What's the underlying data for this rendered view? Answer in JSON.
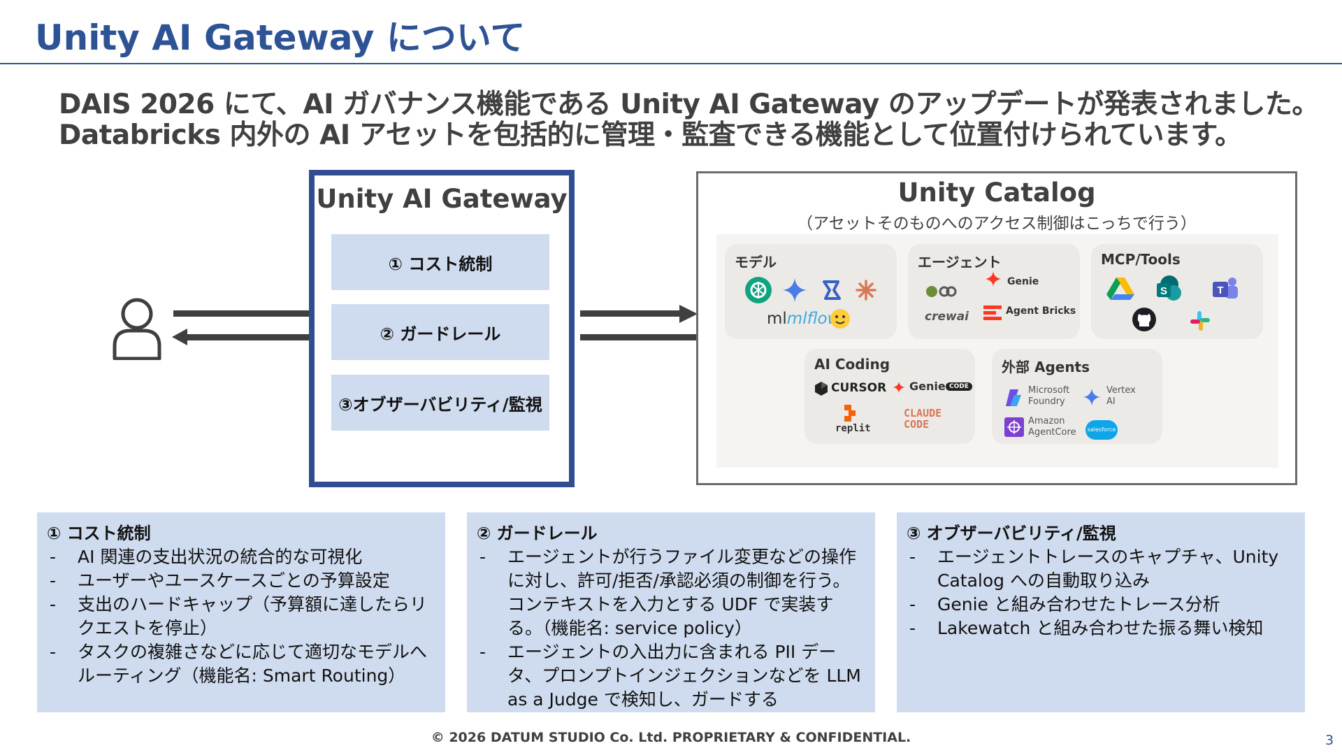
{
  "title": "Unity AI Gateway について",
  "subtitle": {
    "line1": "DAIS 2026 にて、AI ガバナンス機能である Unity AI Gateway のアップデートが発表されました。",
    "line2": "Databricks 内外の AI アセットを包括的に管理・監査できる機能として位置付けられています。"
  },
  "diagram": {
    "user_icon": "person-icon",
    "gateway": {
      "title": "Unity AI Gateway",
      "items": [
        "① コスト統制",
        "② ガードレール",
        "③オブザーバビリティ/監視"
      ]
    },
    "catalog": {
      "title": "Unity Catalog",
      "note": "（アセットそのものへのアクセス制御はこっちで行う）",
      "groups": {
        "models": {
          "title": "モデル",
          "logos": [
            "openai-icon",
            "gemini-icon",
            "sparkle-icon",
            "claude-icon",
            "huggingface-icon"
          ],
          "texts": [
            "mlflow"
          ]
        },
        "agents": {
          "title": "エージェント",
          "logos": [
            "langchain-icon",
            "databricks-icon"
          ],
          "texts": [
            "Genie",
            "Agent Bricks",
            "crewai"
          ]
        },
        "mcp": {
          "title": "MCP/Tools",
          "logos": [
            "google-drive-icon",
            "sharepoint-icon",
            "teams-icon",
            "github-icon",
            "slack-icon"
          ]
        },
        "ai_coding": {
          "title": "AI Coding",
          "texts": [
            "CURSOR",
            "Genie",
            "CODE",
            "replit",
            "CLAUDE CODE"
          ]
        },
        "external": {
          "title": "外部 Agents",
          "texts": [
            "Microsoft",
            "Foundry",
            "Vertex",
            "AI",
            "Amazon",
            "AgentCore",
            "salesforce"
          ]
        }
      }
    }
  },
  "cards": [
    {
      "title": "① コスト統制",
      "items": [
        "AI 関連の支出状況の統合的な可視化",
        "ユーザーやユースケースごとの予算設定",
        "支出のハードキャップ（予算額に達したらリクエストを停止）",
        "タスクの複雑さなどに応じて適切なモデルへルーティング（機能名: Smart Routing）"
      ]
    },
    {
      "title": "② ガードレール",
      "items": [
        "エージェントが行うファイル変更などの操作に対し、許可/拒否/承認必須の制御を行う。コンテキストを入力とする UDF で実装する。（機能名: service policy）",
        "エージェントの入出力に含まれる PII データ、プロンプトインジェクションなどを LLM as a Judge で検知し、ガードする"
      ]
    },
    {
      "title": "③ オブザーバビリティ/監視",
      "items": [
        "エージェントトレースのキャプチャ、Unity Catalog への自動取り込み",
        "Genie と組み合わせたトレース分析",
        "Lakewatch と組み合わせた振る舞い検知"
      ]
    }
  ],
  "footer": "© 2026 DATUM STUDIO Co. Ltd. PROPRIETARY & CONFIDENTIAL.",
  "page_number": "3",
  "colors": {
    "accent": "#2e5395",
    "gateway_border": "#2f4d90",
    "card_bg": "#cfdbee"
  }
}
